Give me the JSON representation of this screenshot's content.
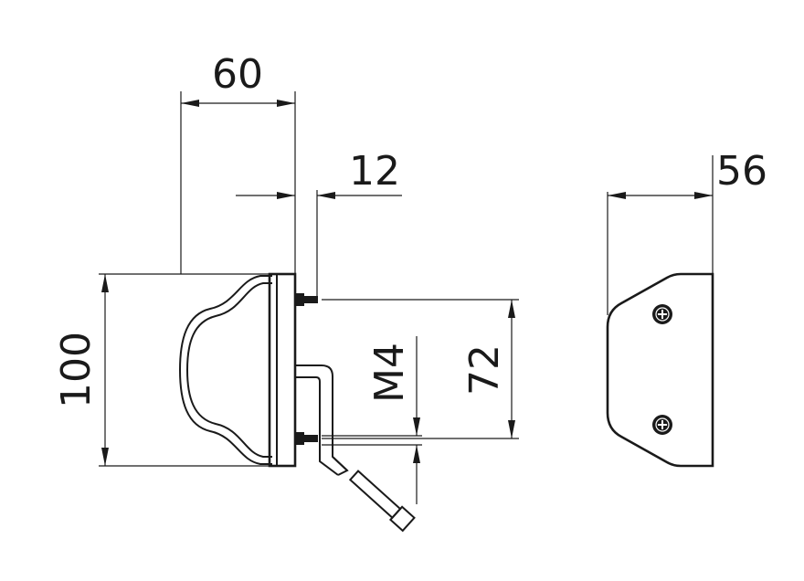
{
  "drawing": {
    "side_view": {
      "dim_width": "60",
      "dim_offset": "12",
      "dim_height": "100",
      "dim_bolt_spacing": "72",
      "dim_thread": "M4"
    },
    "rear_view": {
      "dim_depth": "56"
    },
    "colors": {
      "line": "#1a1a1a",
      "background": "#ffffff"
    }
  }
}
